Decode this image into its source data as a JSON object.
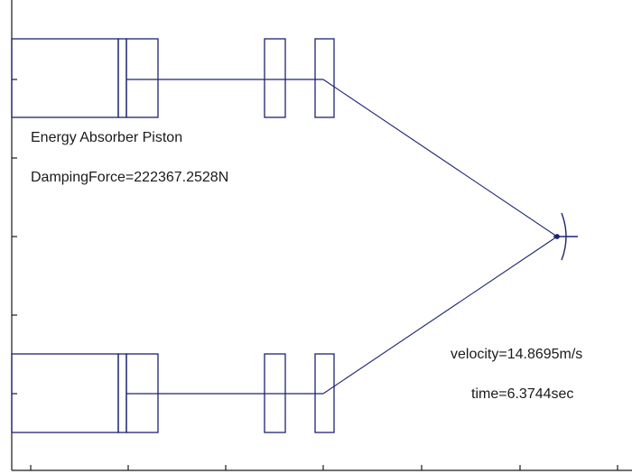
{
  "labels": {
    "title": "Energy Absorber Piston",
    "damping": "DampingForce=222367.2528N",
    "velocity": "velocity=14.8695m/s",
    "time": "time=6.3744sec"
  },
  "colors": {
    "line": "#1c2470",
    "axis": "#1a1a1a",
    "text": "#1a1a1a",
    "background": "#ffffff"
  }
}
